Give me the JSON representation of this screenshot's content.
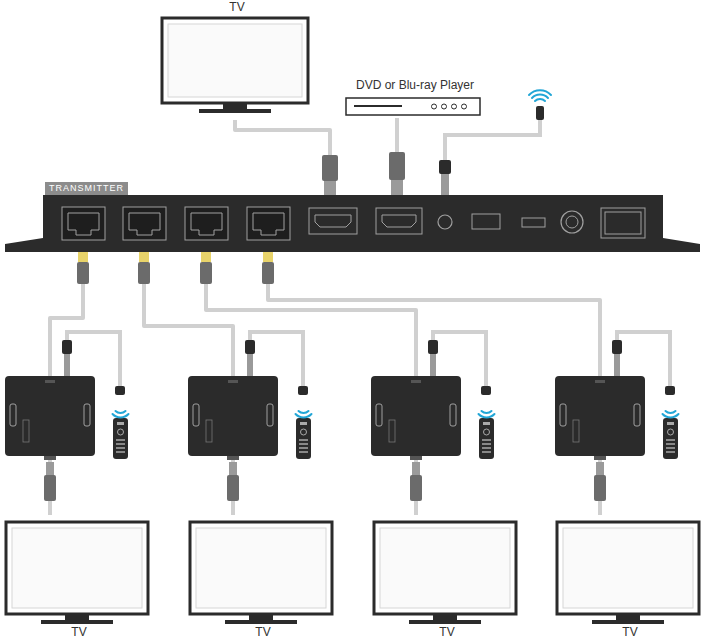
{
  "diagram": {
    "nodes": [
      {
        "text": [
          "TV"
        ]
      },
      {
        "text": [
          "DVD or Blu-ray Player"
        ]
      },
      {
        "text": [
          "TRANSMITTER"
        ]
      },
      {
        "text": [
          "TV"
        ]
      },
      {
        "text": [
          "TV"
        ]
      },
      {
        "text": [
          "TV"
        ]
      },
      {
        "text": [
          "TV"
        ]
      }
    ],
    "edges": [
      {
        "from": 2,
        "to": 0,
        "arrow": "none"
      },
      {
        "from": 1,
        "to": 2,
        "arrow": "none"
      },
      {
        "from": 2,
        "to": 3,
        "arrow": "none"
      },
      {
        "from": 2,
        "to": 4,
        "arrow": "none"
      },
      {
        "from": 2,
        "to": 5,
        "arrow": "none"
      },
      {
        "from": 2,
        "to": 6,
        "arrow": "none"
      }
    ]
  }
}
